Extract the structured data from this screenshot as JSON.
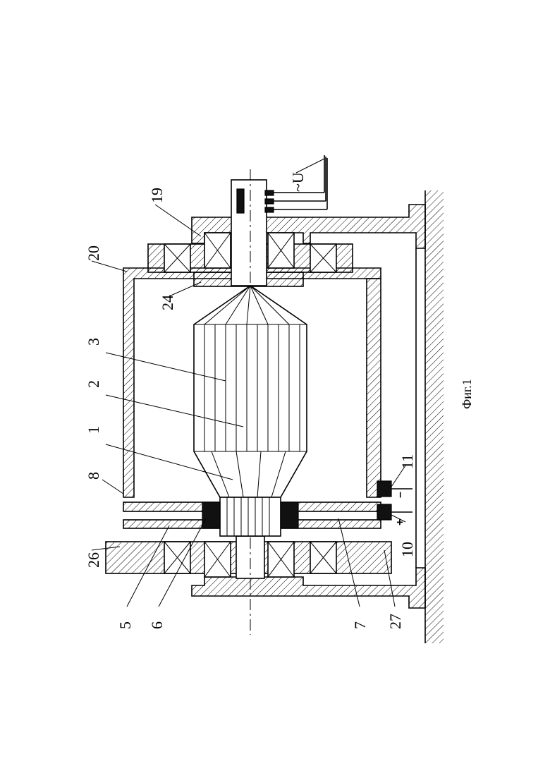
{
  "figure": {
    "caption": "Фиг.1",
    "voltage_label": "~U",
    "plus_sign": "+",
    "minus_sign": "–",
    "callouts": {
      "c1": "1",
      "c2": "2",
      "c3": "3",
      "c5": "5",
      "c6": "6",
      "c7": "7",
      "c8": "8",
      "c10": "10",
      "c11": "11",
      "c19": "19",
      "c20": "20",
      "c24": "24",
      "c26": "26",
      "c27": "27"
    }
  }
}
